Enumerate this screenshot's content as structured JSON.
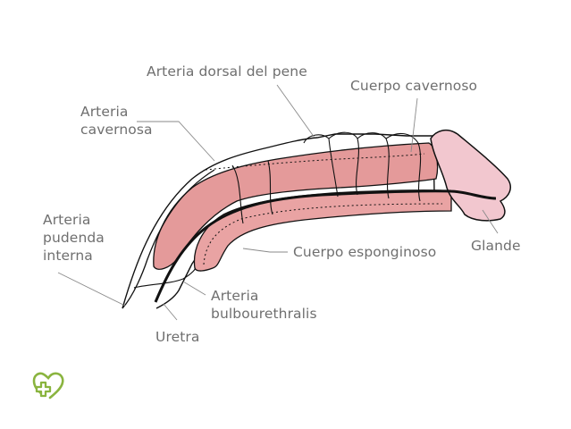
{
  "diagram": {
    "subject": "Anatomía vascular del pene (vista lateral)",
    "colors": {
      "background": "#ffffff",
      "label_text": "#6f6f6f",
      "leader_line": "#8a8a8a",
      "outline": "#111111",
      "cavernous_body": "#e49a9a",
      "spongy_body": "#e9a3a3",
      "glans": "#f2c7cf",
      "logo": "#8ab43f"
    },
    "labels": {
      "dorsal_artery": "Arteria dorsal del pene",
      "corpus_cavernosum": "Cuerpo cavernoso",
      "cavernous_artery": "Arteria\ncavernosa",
      "internal_pudendal_artery": "Arteria\npudenda\ninterna",
      "corpus_spongiosum": "Cuerpo esponginoso",
      "glans": "Glande",
      "bulbourethral_artery": "Arteria\nbulbourethralis",
      "urethra": "Uretra"
    },
    "logo": {
      "icon": "heart-cross-icon"
    }
  }
}
